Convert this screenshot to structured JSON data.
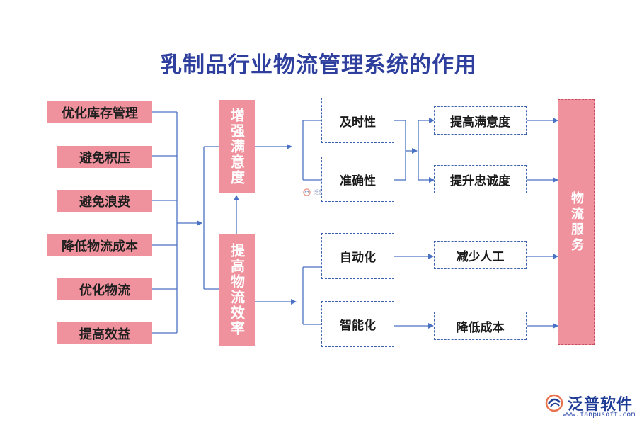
{
  "title": "乳制品行业物流管理系统的作用",
  "left_items": [
    "优化库存管理",
    "避免积压",
    "避免浪费",
    "降低物流成本",
    "优化物流",
    "提高效益"
  ],
  "middle": {
    "top": "增强满意度",
    "bottom": "提高物流效率"
  },
  "group_top": [
    "及时性",
    "准确性"
  ],
  "group_bottom": [
    "自动化",
    "智能化"
  ],
  "results_top": [
    "提高满意度",
    "提升忠诚度"
  ],
  "results_bottom": [
    "减少人工",
    "降低成本"
  ],
  "final": "物流服务",
  "watermark": {
    "small": "泛普软件",
    "brand": "泛普软件",
    "url": "www.fanpusoft.com"
  },
  "colors": {
    "title": "#2e3f9e",
    "pink_box": "#ef929d",
    "connector": "#4a72c4",
    "dashed_border": "#3e62ad"
  }
}
